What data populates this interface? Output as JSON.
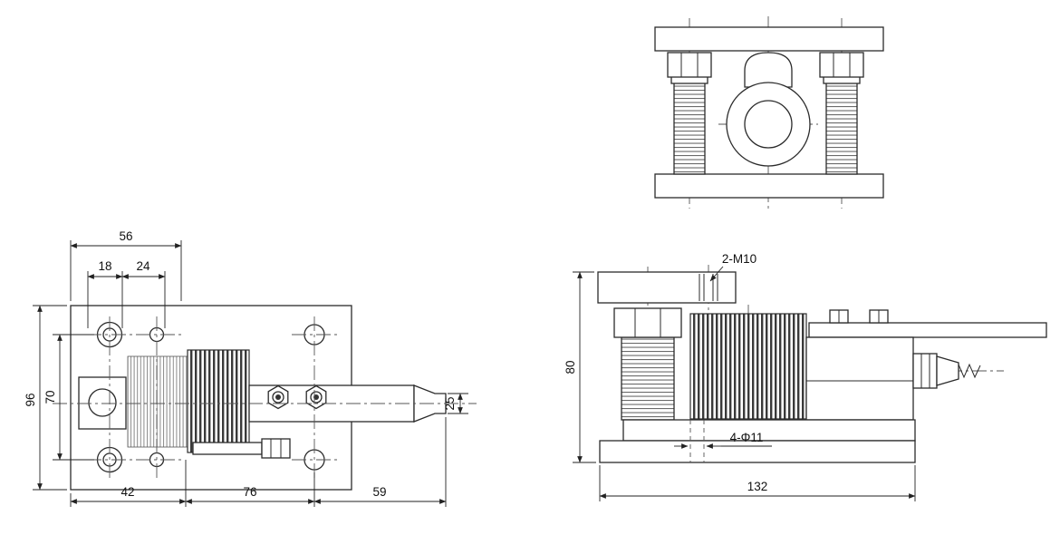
{
  "plan_view": {
    "dim_56": "56",
    "dim_18": "18",
    "dim_24": "24",
    "dim_96": "96",
    "dim_70": "70",
    "dim_25": "25",
    "dim_42": "42",
    "dim_76": "76",
    "dim_59": "59"
  },
  "side_view": {
    "dim_80": "80",
    "dim_132": "132",
    "label_thread": "2-M10",
    "label_holes": "4-Φ11"
  }
}
